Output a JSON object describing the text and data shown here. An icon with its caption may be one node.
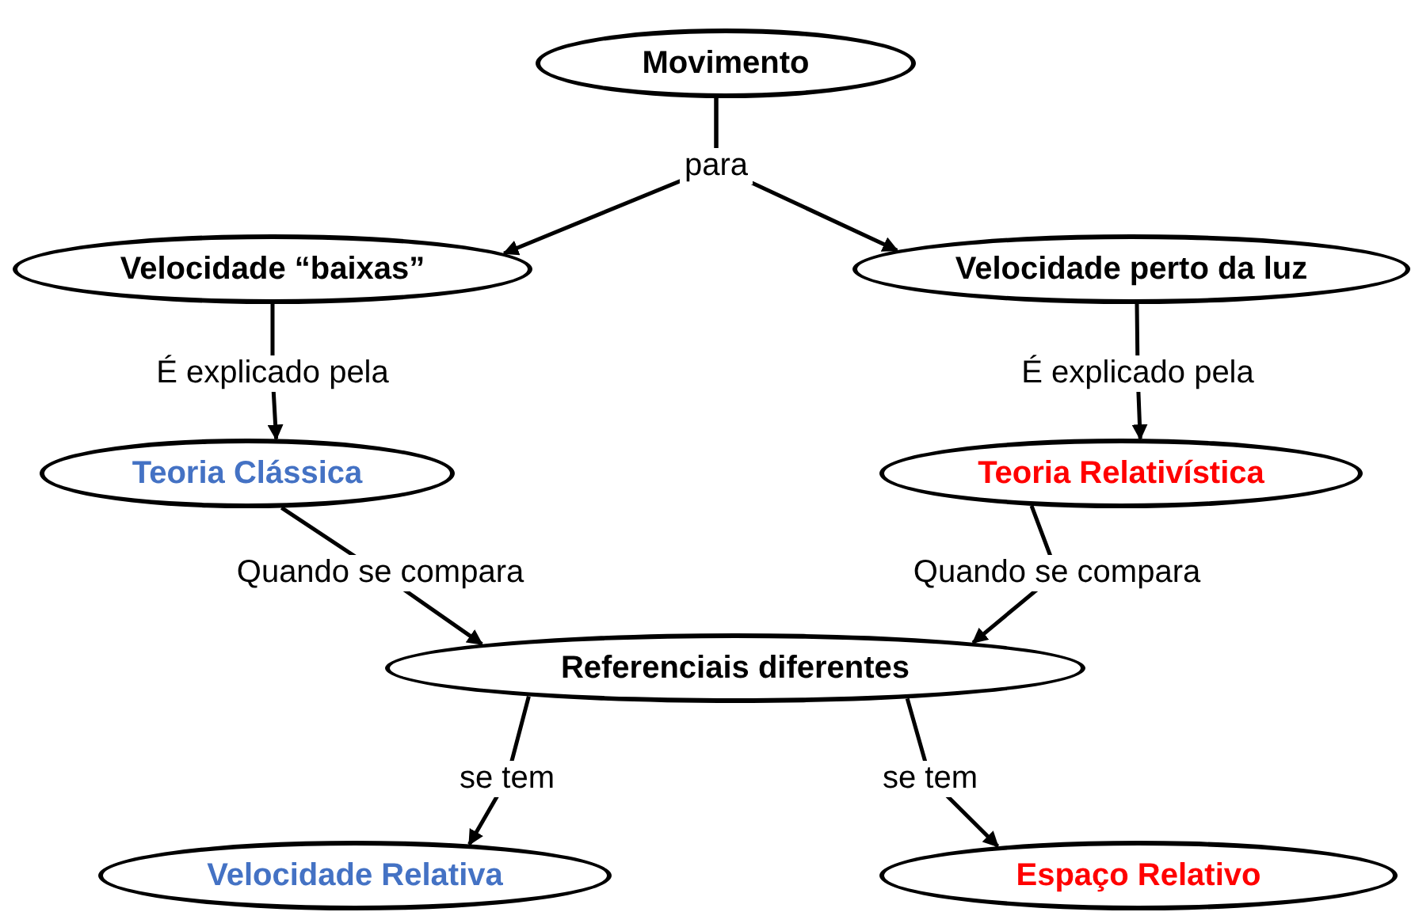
{
  "diagram": {
    "nodes": [
      {
        "text": [
          "Movimento"
        ]
      },
      {
        "text": [
          "Velocidade “baixas”"
        ]
      },
      {
        "text": [
          "Velocidade perto da luz"
        ]
      },
      {
        "text": [
          "Teoria Clássica"
        ]
      },
      {
        "text": [
          "Teoria Relativística"
        ]
      },
      {
        "text": [
          "Referenciais diferentes"
        ]
      },
      {
        "text": [
          "Velocidade Relativa"
        ]
      },
      {
        "text": [
          "Espaço Relativo"
        ]
      }
    ],
    "edges": [
      {
        "from": 0,
        "to": 1,
        "arrow": "to",
        "label": "para"
      },
      {
        "from": 0,
        "to": 2,
        "arrow": "to"
      },
      {
        "from": 1,
        "to": 3,
        "arrow": "to",
        "label": "É explicado pela"
      },
      {
        "from": 2,
        "to": 4,
        "arrow": "to",
        "label": "É explicado pela"
      },
      {
        "from": 3,
        "to": 5,
        "arrow": "to",
        "label": "Quando se compara"
      },
      {
        "from": 4,
        "to": 5,
        "arrow": "to",
        "label": "Quando se compara"
      },
      {
        "from": 5,
        "to": 6,
        "arrow": "to",
        "label": "se tem"
      },
      {
        "from": 5,
        "to": 7,
        "arrow": "to",
        "label": "se tem"
      }
    ]
  }
}
